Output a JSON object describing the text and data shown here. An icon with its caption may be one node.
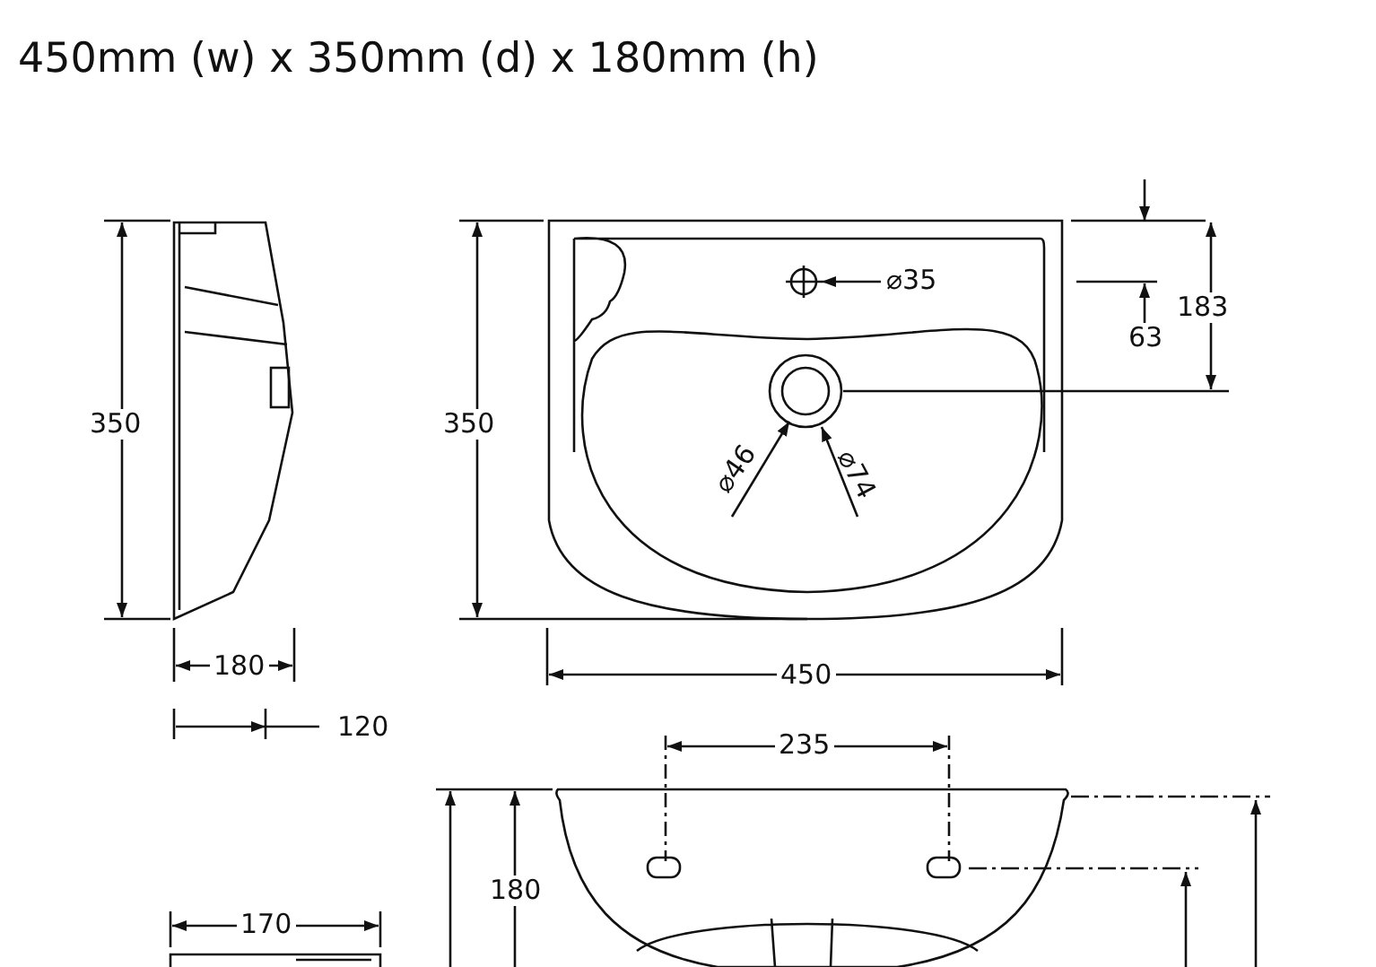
{
  "diagram": {
    "title": "450mm (w) x 350mm (d) x 180mm (h)",
    "labels": [
      "350",
      "180",
      "120",
      "350",
      "⌀35",
      "63",
      "183",
      "⌀46",
      "⌀74",
      "450",
      "235",
      "180",
      "170"
    ]
  }
}
